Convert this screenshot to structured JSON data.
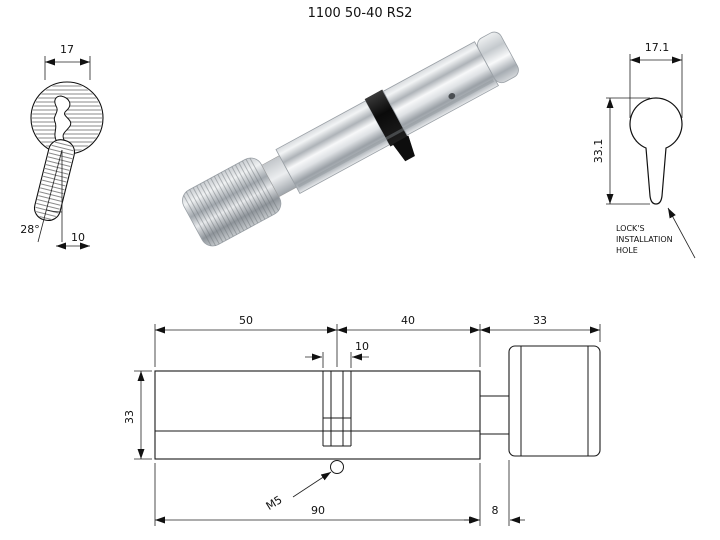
{
  "title": "1100 50-40 RS2",
  "front_view": {
    "width": "17",
    "grip_width": "10",
    "angle": "28°"
  },
  "install_hole": {
    "width": "17.1",
    "height": "33.1",
    "label_line1": "LOCK'S",
    "label_line2": "INSTALLATION",
    "label_line3": "HOLE"
  },
  "side_view": {
    "len_a": "50",
    "len_b": "40",
    "len_c": "33",
    "cam_width": "10",
    "body_height": "33",
    "body_length": "90",
    "neck_length": "8",
    "thread": "M5"
  },
  "colors": {
    "line": "#1a1a1a",
    "cam_black": "#0d0d0d"
  }
}
